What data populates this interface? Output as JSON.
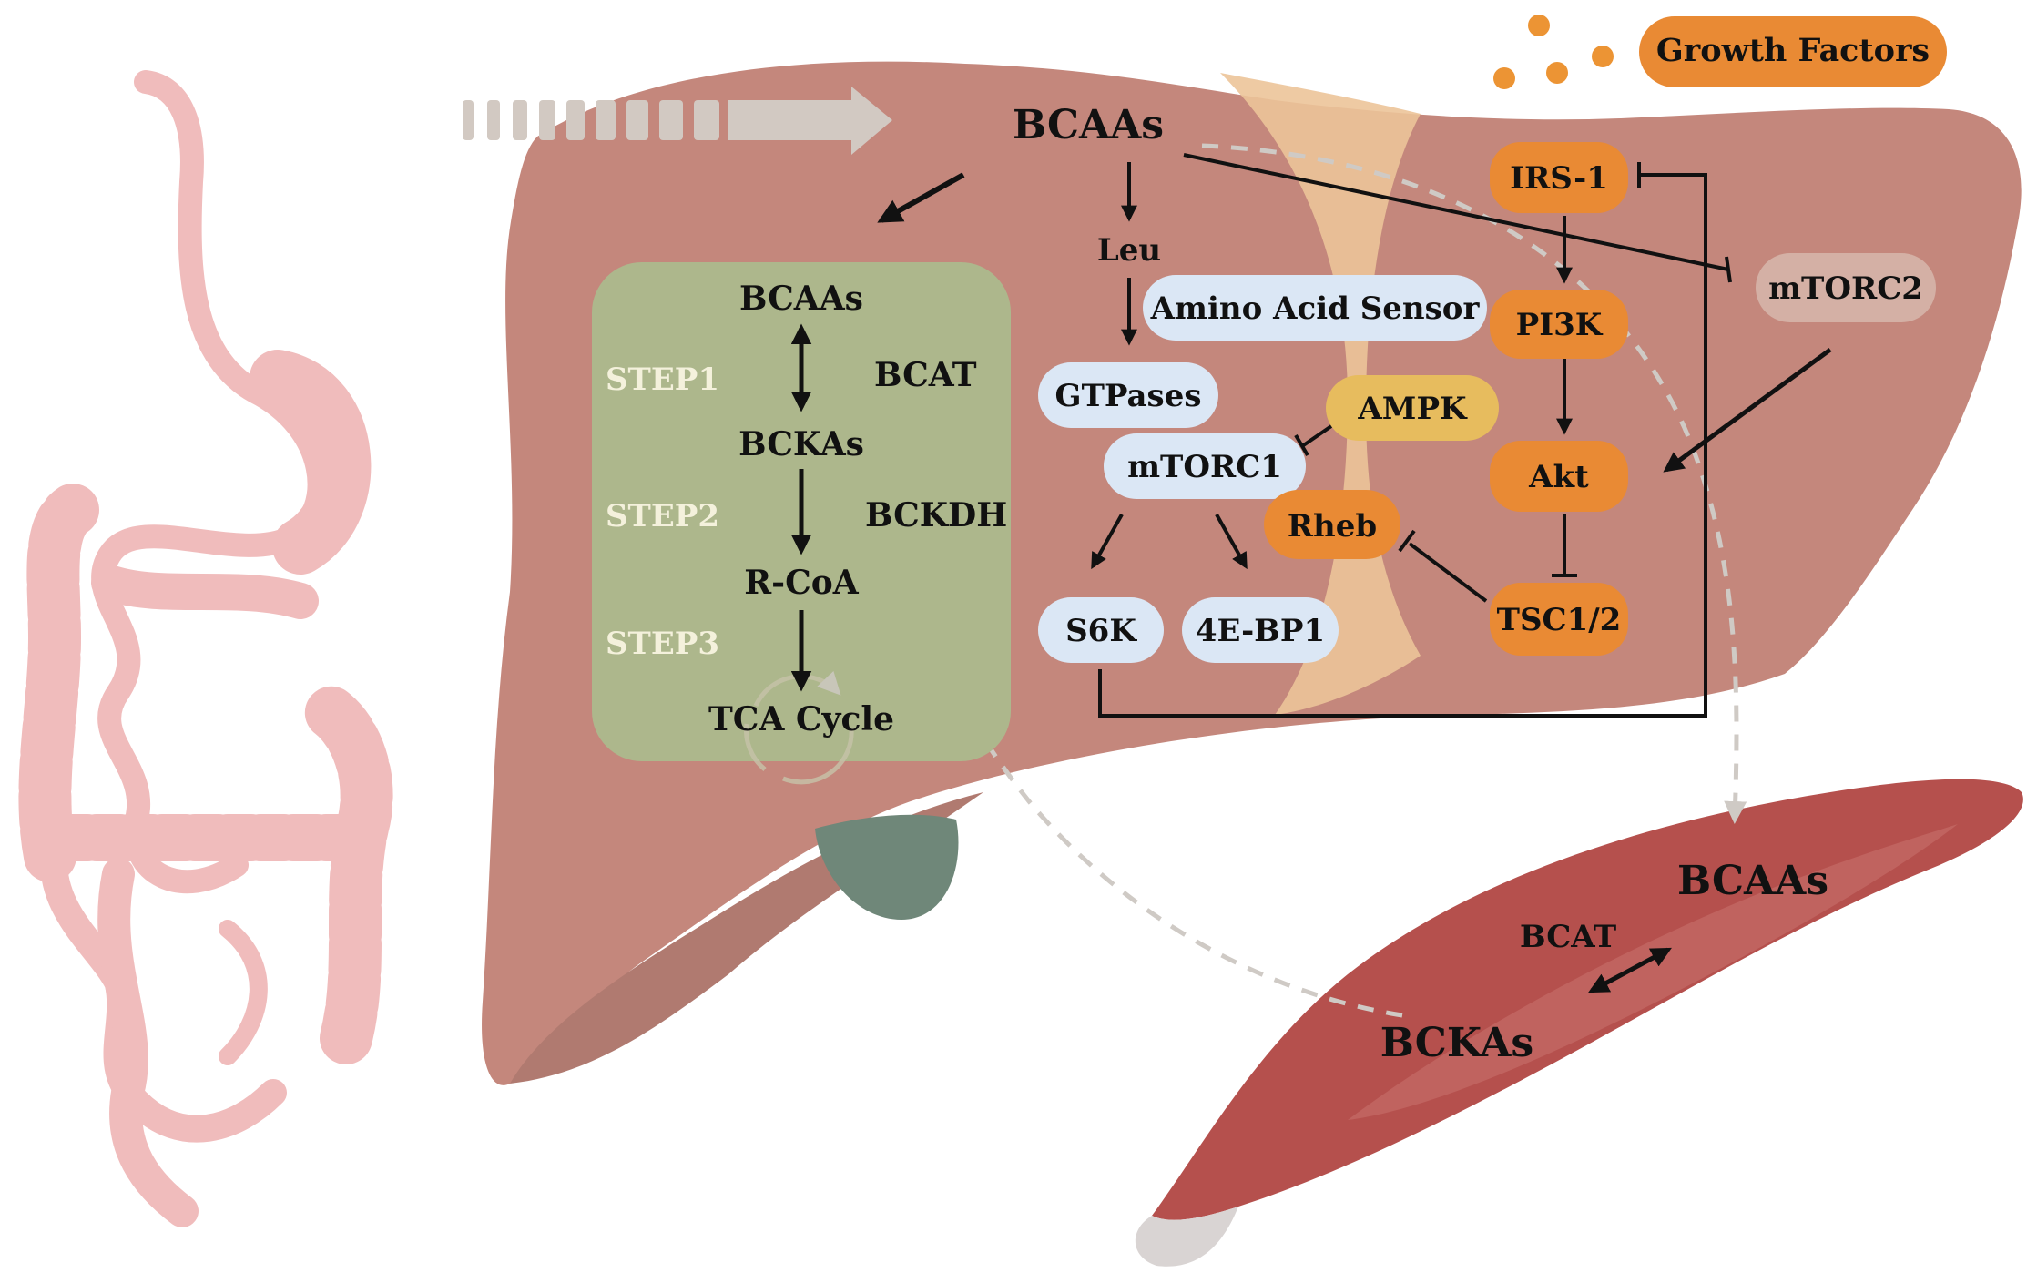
{
  "colors": {
    "liver": "#c4877c",
    "liver_shadow": "#b07a70",
    "gallbladder": "#6f8779",
    "ligament": "#ecc499",
    "intestine": "#f0bcbc",
    "step_box": "#adb78c",
    "step_label": "#f4f1dc",
    "muscle": "#b5504d",
    "muscle_light": "#c46a65",
    "tendon": "#d9d4d3",
    "pill_blue": "#dbe7f5",
    "pill_orange": "#e98a34",
    "pill_yellow": "#e7bc5e",
    "pill_brown": "#d4b0a5",
    "growth_dots": "#ec9434",
    "arrow": "#111111",
    "dashed": "#cfcac5",
    "big_arrow": "#d2c9c2"
  },
  "title_bcaas": "BCAAs",
  "growth_factors": "Growth Factors",
  "step_box": {
    "bcaas": "BCAAs",
    "bckas": "BCKAs",
    "rcoa": "R-CoA",
    "tca": "TCA Cycle",
    "step1": "STEP1",
    "step2": "STEP2",
    "step3": "STEP3",
    "bcat": "BCAT",
    "bckdh": "BCKDH"
  },
  "pathway": {
    "leu": "Leu",
    "amino_acid_sensor": "Amino Acid Sensor",
    "gtpases": "GTPases",
    "mtorc1": "mTORC1",
    "ampk": "AMPK",
    "rheb": "Rheb",
    "s6k": "S6K",
    "eif4ebp1": "4E-BP1",
    "irs1": "IRS-1",
    "pi3k": "PI3K",
    "akt": "Akt",
    "tsc": "TSC1/2",
    "mtorc2": "mTORC2"
  },
  "muscle": {
    "bcaas": "BCAAs",
    "bcat": "BCAT",
    "bckas": "BCKAs"
  }
}
